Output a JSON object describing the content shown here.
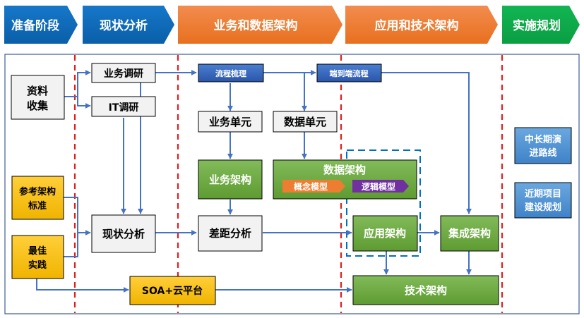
{
  "phases": [
    {
      "label": "准备阶段",
      "color": "blue"
    },
    {
      "label": "现状分析",
      "color": "blue"
    },
    {
      "label": "业务和数据架构",
      "color": "orange"
    },
    {
      "label": "应用和技术架构",
      "color": "orange"
    },
    {
      "label": "实施规划",
      "color": "green"
    }
  ],
  "boxes": {
    "material_collection": "资料\n收集",
    "business_research": "业务调研",
    "it_research": "IT调研",
    "reference_arch": "参考架构\n标准",
    "best_practice": "最佳\n实践",
    "current_analysis": "现状分析",
    "soa_cloud": "SOA+云平台",
    "process_review": "流程梳理",
    "end_to_end": "端到端流程",
    "business_unit": "业务单元",
    "data_unit": "数据单元",
    "business_arch": "业务架构",
    "data_arch": "数据架构",
    "concept_model": "概念模型",
    "logic_model": "逻辑模型",
    "gap_analysis": "差距分析",
    "app_arch": "应用架构",
    "integration_arch": "集成架构",
    "tech_arch": "技术架构",
    "roadmap": "中长期演\n进路线",
    "near_term": "近期项目\n建设规划"
  },
  "colors": {
    "phase_blue": "#0a6ebd",
    "phase_orange": "#ee7a2c",
    "phase_green": "#0fae4b",
    "box_gray": "#f2f2f2",
    "box_yellow": "#ffc000",
    "box_blue": "#2e5fb8",
    "box_green": "#6aa83b",
    "box_light_blue": "#4a8fd4",
    "connector": "#4472c4",
    "divider_red": "#e02020",
    "group_dash": "#0070c0",
    "concept_orange": "#ed7d31",
    "logic_purple": "#7030a0"
  }
}
